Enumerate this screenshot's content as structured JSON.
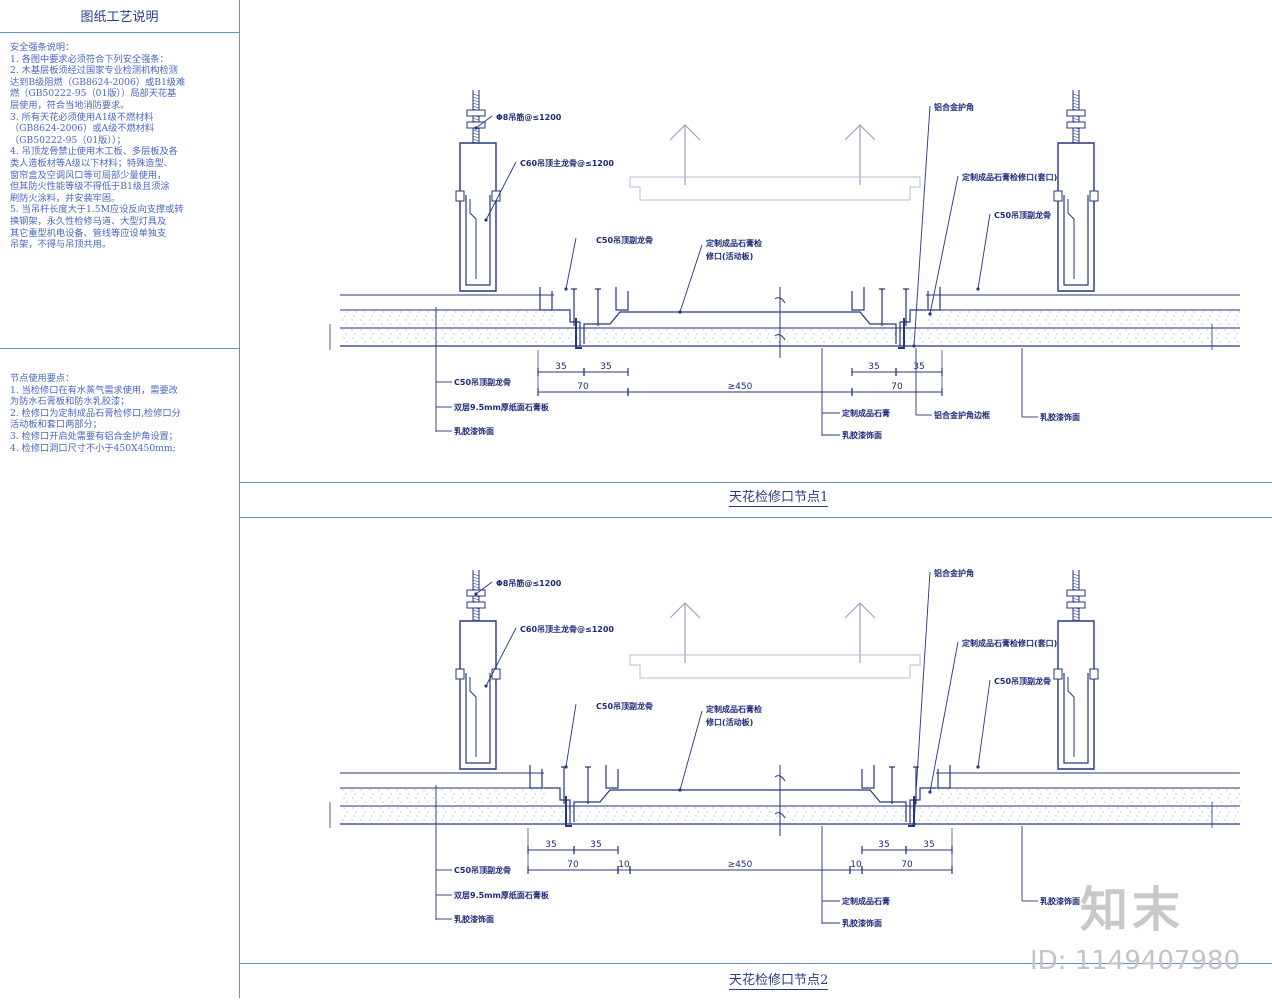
{
  "sidebar": {
    "title": "图纸工艺说明",
    "safety_notes": [
      "安全强条说明：",
      "1.  各图中要求必须符合下列安全强条：",
      "2.  木基层板须经过国家专业检测机构检测",
      "    达到B级阻燃（GB8624-2006）或B1级难",
      "    燃（GB50222-95（01版））局部天花基",
      "    层使用，符合当地消防要求。",
      "3.  所有天花必须使用A1级不燃材料",
      "    （GB8624-2006）或A级不燃材料",
      "    （GB50222-95（01版））；",
      "4.  吊顶龙骨禁止使用木工板、多层板及各",
      "    类人造板材等A级以下材料；特殊造型、",
      "    窗帘盒及空调风口等可局部少量使用，",
      "    但其防火性能等级不得低于B1级且须涂",
      "    刷防火涂料，并安装牢固。",
      "5.  当吊杆长度大于1.5M应设反向支撑或转",
      "    换钢架，永久性检修马道、大型灯具及",
      "    其它重型机电设备、管线等应设单独支",
      "    吊架，不得与吊顶共用。"
    ],
    "node_notes": [
      "节点使用要点：",
      "1.  当检修口在有水蒸气需求使用，需要改",
      "    为防水石膏板和防水乳胶漆；",
      "2.  检修口为定制成品石膏检修口,检修口分",
      "    活动板和套口两部分；",
      "3.  检修口开启处需要有铝合金护角设置；",
      "4.  检修口洞口尺寸不小于450X450mm;"
    ]
  },
  "diagrams": [
    {
      "title": "天花检修口节点1",
      "labels": {
        "rod": "Φ8吊筋@≤1200",
        "main_keel": "C60吊顶主龙骨@≤1200",
        "cover_keel_left": "C50吊顶副龙骨",
        "panel": "定制成品石膏检",
        "panel2": "修口(活动板)",
        "corner": "铝合金护角",
        "frame": "定制成品石膏检修口(套口)",
        "cover_keel_right": "C50吊顶副龙骨",
        "bottom_keel": "C50吊顶副龙骨",
        "board": "双层9.5mm厚纸面石膏板",
        "paint_left": "乳胶漆饰面",
        "gypsum": "定制成品石膏",
        "paint_mid": "乳胶漆饰面",
        "edge": "铝合金护角边框",
        "paint_right": "乳胶漆饰面"
      },
      "dims": {
        "a": "35",
        "b": "35",
        "c": "70",
        "span": "≥450",
        "d": "35",
        "e": "35",
        "f": "70"
      }
    },
    {
      "title": "天花检修口节点2",
      "labels": {
        "rod": "Φ8吊筋@≤1200",
        "main_keel": "C60吊顶主龙骨@≤1200",
        "cover_keel_left": "C50吊顶副龙骨",
        "panel": "定制成品石膏检",
        "panel2": "修口(活动板)",
        "corner": "铝合金护角",
        "frame": "定制成品石膏检修口(套口)",
        "cover_keel_right": "C50吊顶副龙骨",
        "bottom_keel": "C50吊顶副龙骨",
        "board": "双层9.5mm厚纸面石膏板",
        "paint_left": "乳胶漆饰面",
        "gypsum": "定制成品石膏",
        "paint_mid": "乳胶漆饰面",
        "paint_right": "乳胶漆饰面"
      },
      "dims": {
        "a": "35",
        "b": "35",
        "c": "70",
        "g": "10",
        "span": "≥450",
        "h": "10",
        "d": "35",
        "e": "35",
        "f": "70"
      }
    }
  ],
  "watermark": {
    "logo": "知末",
    "id": "ID: 1149407980"
  }
}
